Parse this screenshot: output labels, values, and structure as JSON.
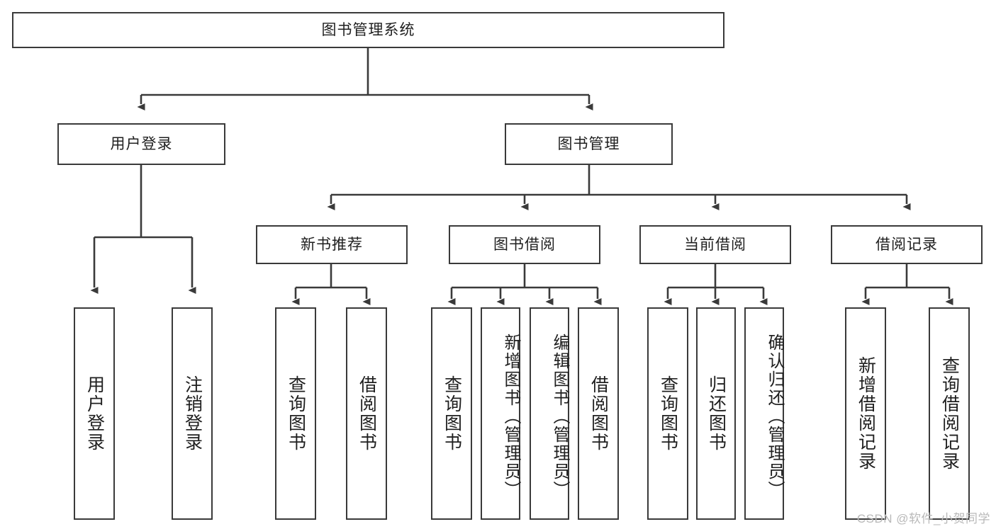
{
  "diagram": {
    "title": "图书管理系统",
    "type": "tree-hierarchy-chart",
    "watermark": "CSDN @软件_小贺同学",
    "colors": {
      "background": "#ffffff",
      "box_border": "#3a3a3a",
      "box_fill": "#ffffff",
      "text": "#1f1f1f",
      "connector": "#3a3a3a",
      "watermark": "#b9b9b9"
    },
    "root": {
      "id": "root",
      "label": "图书管理系统",
      "orientation": "horizontal"
    },
    "level1": [
      {
        "id": "user-login",
        "label": "用户登录",
        "orientation": "horizontal"
      },
      {
        "id": "book-manage",
        "label": "图书管理",
        "orientation": "horizontal"
      }
    ],
    "level2": [
      {
        "id": "new-book-recommend",
        "label": "新书推荐",
        "parent": "book-manage",
        "orientation": "horizontal"
      },
      {
        "id": "book-borrow",
        "label": "图书借阅",
        "parent": "book-manage",
        "orientation": "horizontal"
      },
      {
        "id": "current-borrow",
        "label": "当前借阅",
        "parent": "book-manage",
        "orientation": "horizontal"
      },
      {
        "id": "borrow-record",
        "label": "借阅记录",
        "parent": "book-manage",
        "orientation": "horizontal"
      }
    ],
    "leaves": [
      {
        "id": "leaf-user-login",
        "label": "用户登录",
        "parent": "user-login",
        "orientation": "vertical"
      },
      {
        "id": "leaf-user-logout",
        "label": "注销登录",
        "parent": "user-login",
        "orientation": "vertical"
      },
      {
        "id": "leaf-query-book-1",
        "label": "查询图书",
        "parent": "new-book-recommend",
        "orientation": "vertical"
      },
      {
        "id": "leaf-borrow-book-1",
        "label": "借阅图书",
        "parent": "new-book-recommend",
        "orientation": "vertical"
      },
      {
        "id": "leaf-query-book-2",
        "label": "查询图书",
        "parent": "book-borrow",
        "orientation": "vertical"
      },
      {
        "id": "leaf-add-book",
        "label": "新增图书（管理员）",
        "parent": "book-borrow",
        "orientation": "vertical"
      },
      {
        "id": "leaf-edit-book",
        "label": "编辑图书（管理员）",
        "parent": "book-borrow",
        "orientation": "vertical"
      },
      {
        "id": "leaf-borrow-book-2",
        "label": "借阅图书",
        "parent": "book-borrow",
        "orientation": "vertical"
      },
      {
        "id": "leaf-query-book-3",
        "label": "查询图书",
        "parent": "current-borrow",
        "orientation": "vertical"
      },
      {
        "id": "leaf-return-book",
        "label": "归还图书",
        "parent": "current-borrow",
        "orientation": "vertical"
      },
      {
        "id": "leaf-confirm-return",
        "label": "确认归还（管理员）",
        "parent": "current-borrow",
        "orientation": "vertical"
      },
      {
        "id": "leaf-add-record",
        "label": "新增借阅记录",
        "parent": "borrow-record",
        "orientation": "vertical"
      },
      {
        "id": "leaf-query-record",
        "label": "查询借阅记录",
        "parent": "borrow-record",
        "orientation": "vertical"
      }
    ]
  }
}
